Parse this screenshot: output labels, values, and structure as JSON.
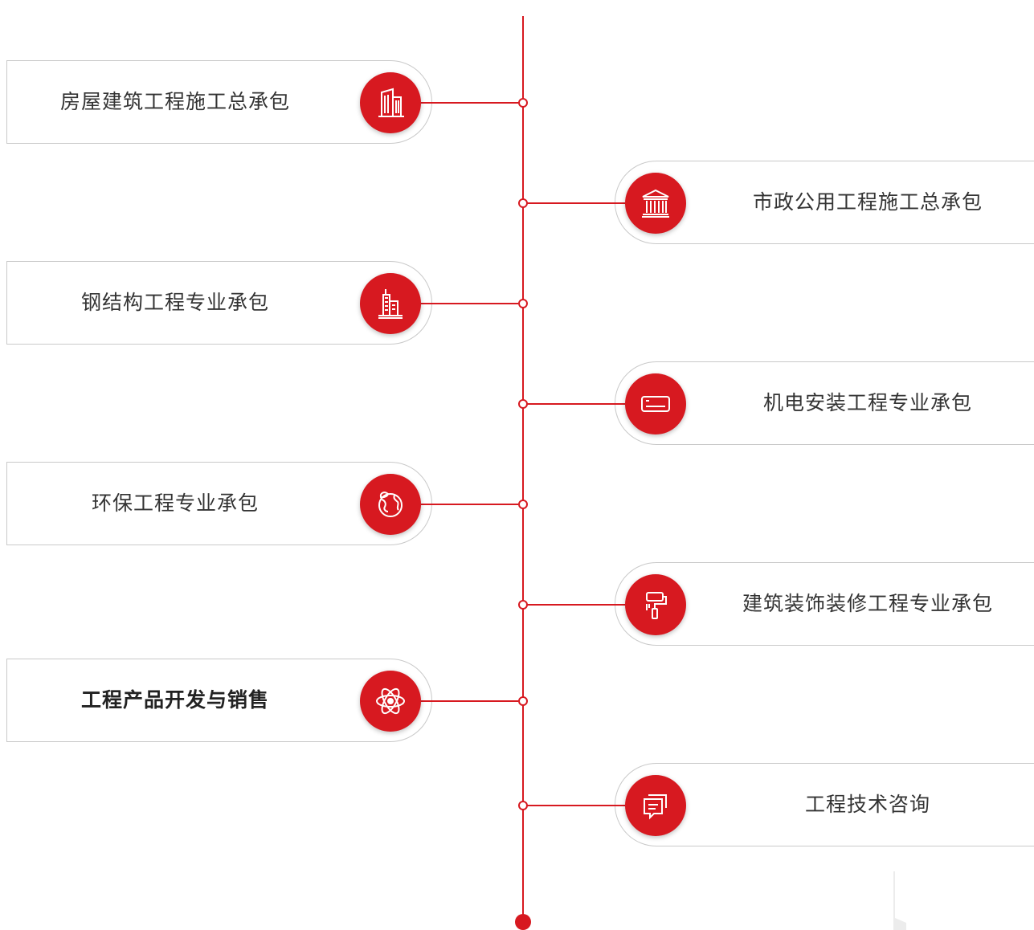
{
  "accent_color": "#d71920",
  "items": [
    {
      "label": "房屋建筑工程施工总承包",
      "icon": "office-building-icon",
      "side": "left"
    },
    {
      "label": "市政公用工程施工总承包",
      "icon": "government-building-icon",
      "side": "right"
    },
    {
      "label": "钢结构工程专业承包",
      "icon": "skyscraper-icon",
      "side": "left"
    },
    {
      "label": "机电安装工程专业承包",
      "icon": "air-conditioner-icon",
      "side": "right"
    },
    {
      "label": "环保工程专业承包",
      "icon": "eco-globe-icon",
      "side": "left"
    },
    {
      "label": "建筑装饰装修工程专业承包",
      "icon": "paint-roller-icon",
      "side": "right"
    },
    {
      "label": "工程产品开发与销售",
      "icon": "atom-icon",
      "side": "left"
    },
    {
      "label": "工程技术咨询",
      "icon": "chat-icon",
      "side": "right"
    }
  ]
}
